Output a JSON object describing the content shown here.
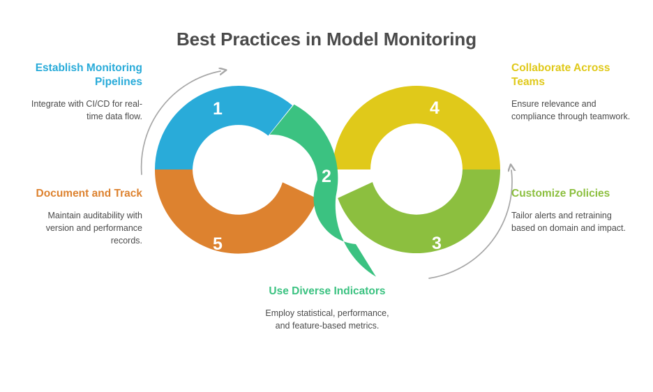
{
  "header": {
    "title": "Best Practices in Model Monitoring"
  },
  "colors": {
    "blue": "#29abd9",
    "emerald": "#3bc281",
    "olive": "#8cbf3f",
    "yellow": "#e0c91a",
    "orange": "#dd822f",
    "text": "#4a4a4a",
    "arrow": "#a6a6a6",
    "background": "#ffffff"
  },
  "chart_data": {
    "type": "pie",
    "title": "Best Practices in Model Monitoring",
    "subtitle": "",
    "layout": "infinity-loop double donut, 5 numbered segments",
    "legend_position": "around chart",
    "categories": [
      "Establish Monitoring Pipelines",
      "Use Diverse Indicators",
      "Customize Policies",
      "Collaborate Across Teams",
      "Document and Track"
    ],
    "values": [
      1,
      2,
      3,
      4,
      5
    ],
    "segments": [
      {
        "number": "1",
        "label": "Establish Monitoring Pipelines",
        "color": "#29abd9",
        "loop": "left",
        "position": "top-left"
      },
      {
        "number": "2",
        "label": "Use Diverse Indicators",
        "color": "#3bc281",
        "loop": "crossover",
        "position": "center"
      },
      {
        "number": "3",
        "label": "Customize Policies",
        "color": "#8cbf3f",
        "loop": "right",
        "position": "bottom-right"
      },
      {
        "number": "4",
        "label": "Collaborate Across Teams",
        "color": "#e0c91a",
        "loop": "right",
        "position": "top-right"
      },
      {
        "number": "5",
        "label": "Document and Track",
        "color": "#dd822f",
        "loop": "left",
        "position": "bottom-left"
      }
    ]
  },
  "callouts": {
    "item1": {
      "number": "1",
      "title": "Establish Monitoring Pipelines",
      "body": "Integrate with CI/CD for real-time data flow."
    },
    "item2": {
      "number": "2",
      "title": "Use Diverse Indicators",
      "body": "Employ statistical, performance, and feature-based metrics."
    },
    "item3": {
      "number": "3",
      "title": "Customize Policies",
      "body": "Tailor alerts and retraining based on domain and impact."
    },
    "item4": {
      "number": "4",
      "title": "Collaborate Across Teams",
      "body": "Ensure relevance and compliance through teamwork."
    },
    "item5": {
      "number": "5",
      "title": "Document and Track",
      "body": "Maintain auditability with version and performance records."
    }
  },
  "arrows": {
    "left": "clockwise-arc-arrow",
    "right": "counterclockwise-arc-arrow"
  }
}
